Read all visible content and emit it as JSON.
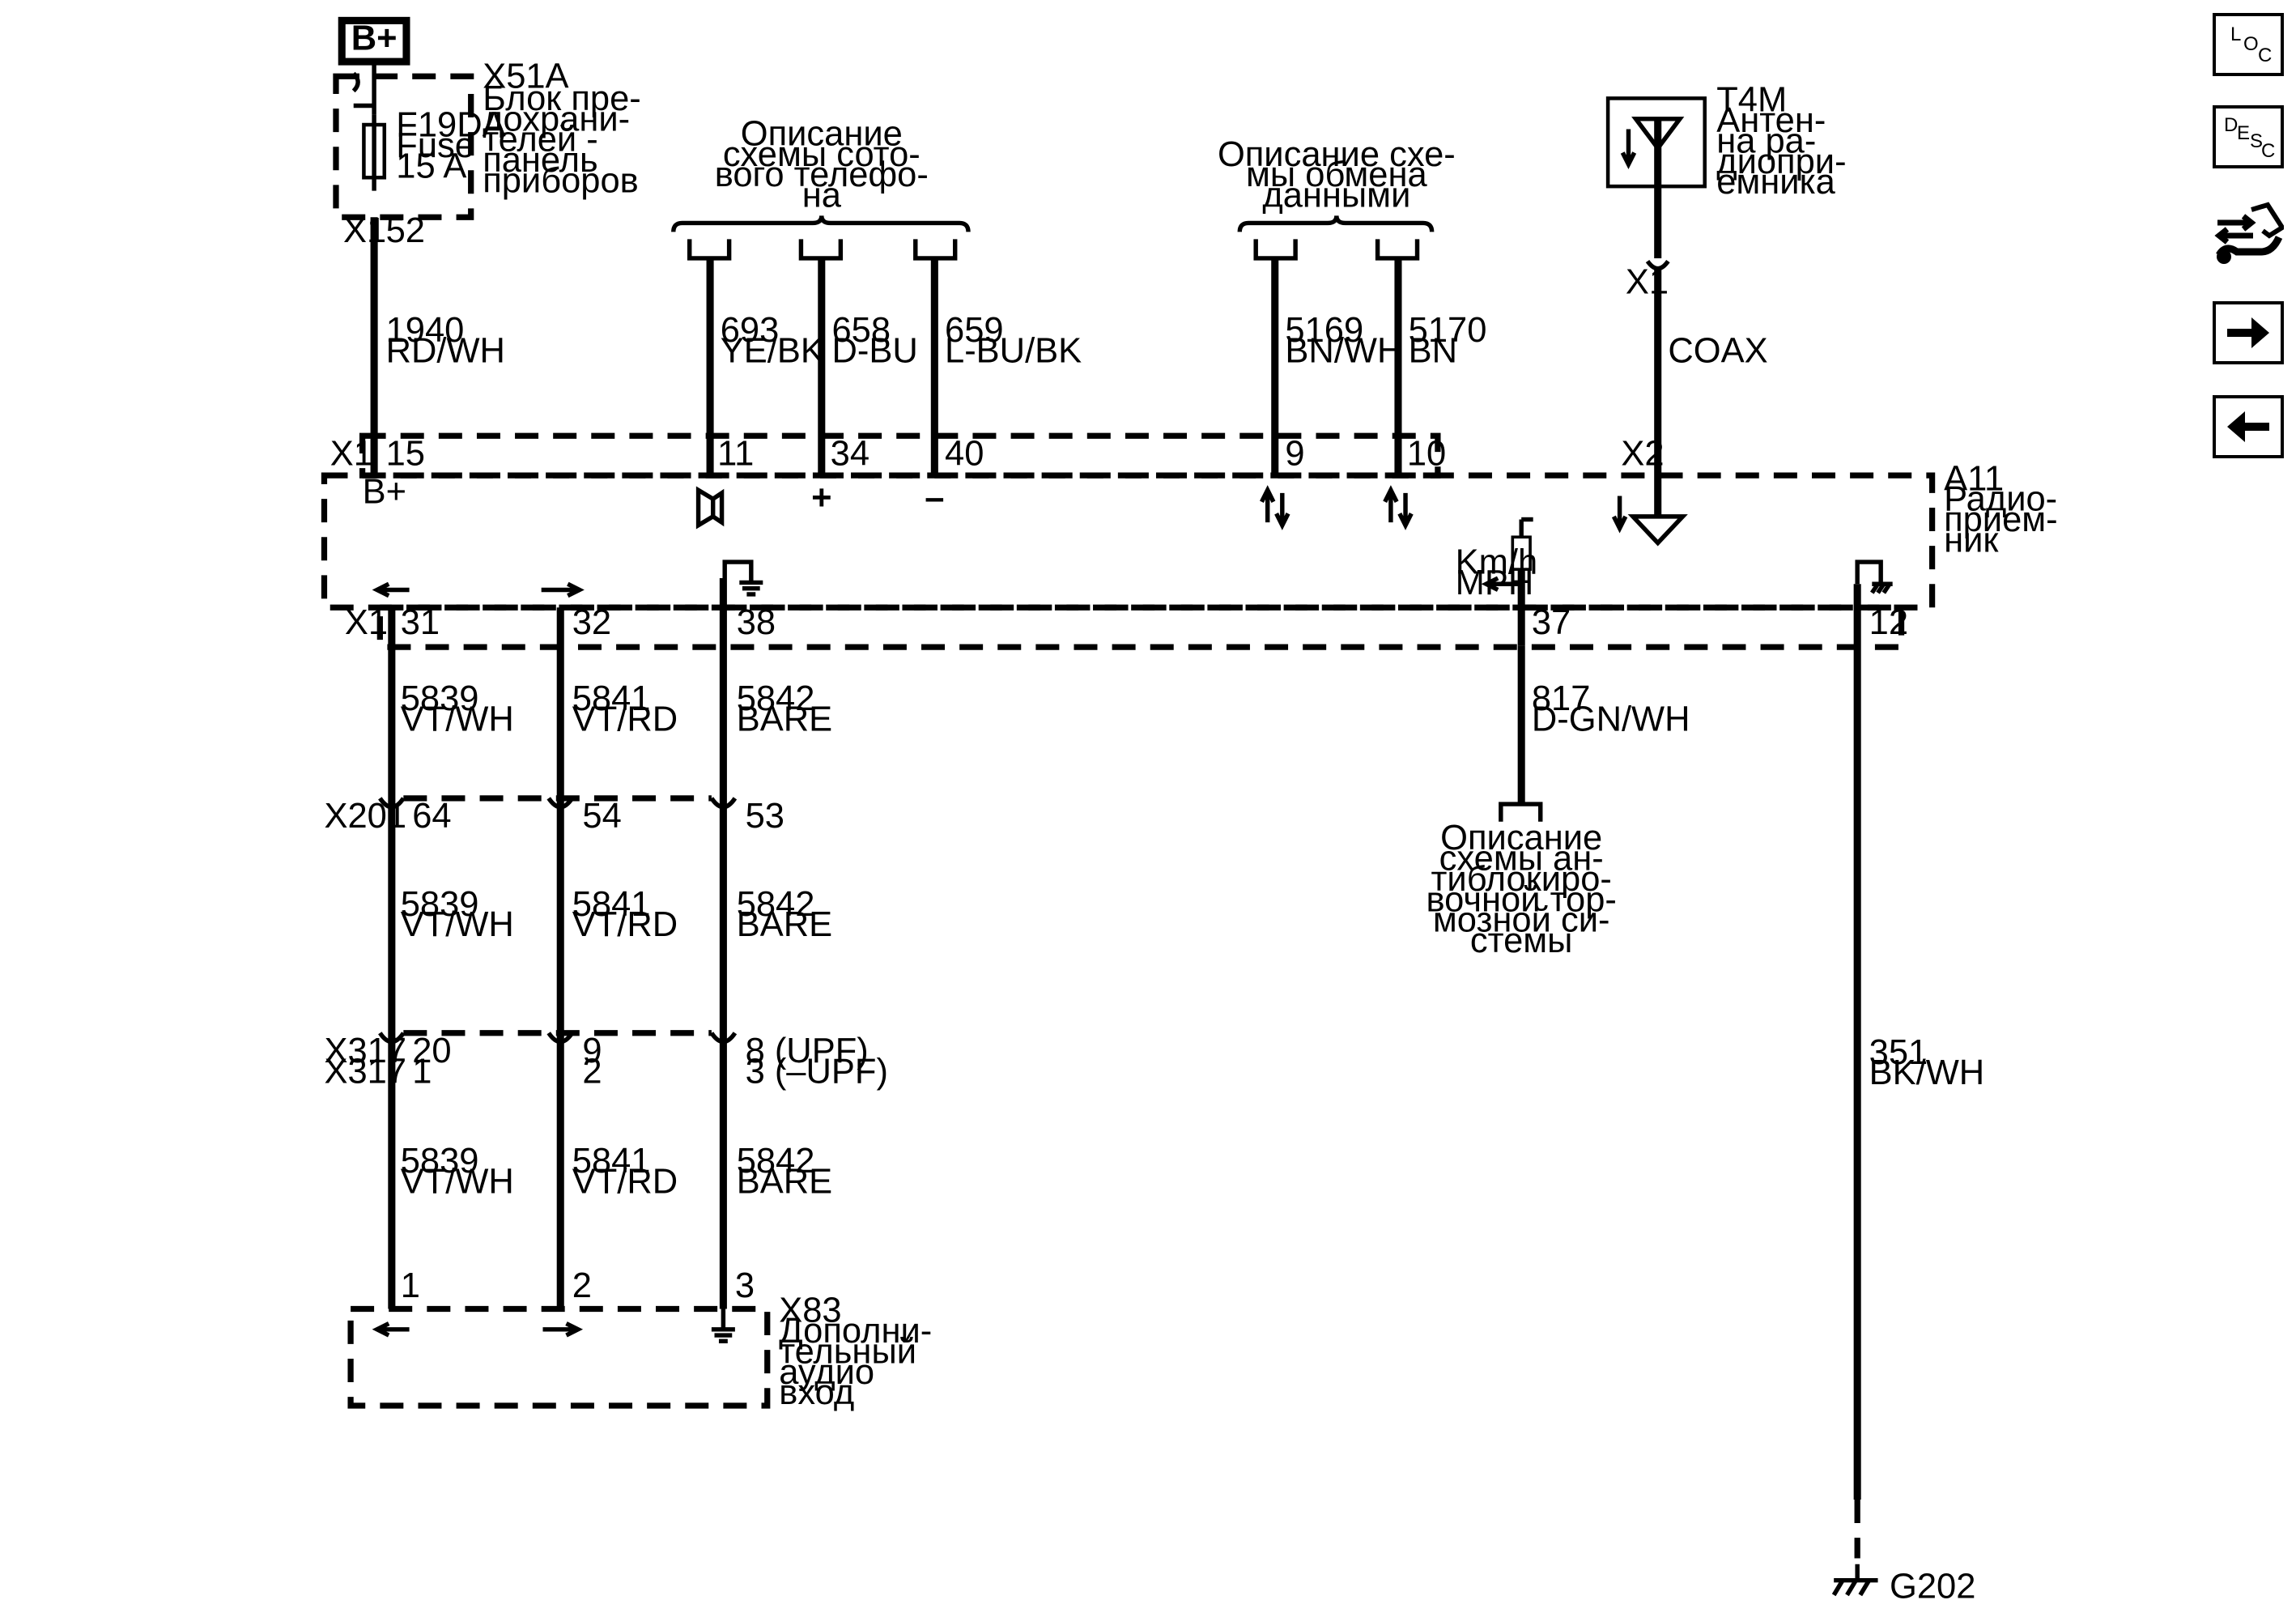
{
  "battery": {
    "label": "B+"
  },
  "fuse_block": {
    "ref": "X51A",
    "lines": [
      "Блок пре-",
      "дохрани-",
      "телей -",
      "панель",
      "приборов"
    ]
  },
  "fuse": {
    "lines": [
      "F19DA",
      "Fuse",
      "15 A"
    ]
  },
  "fuse_out": {
    "conn": "X1",
    "pin": "52"
  },
  "cell_phone_ref": {
    "lines": [
      "Описание",
      "схемы сото-",
      "вого телефо-",
      "на"
    ]
  },
  "data_comm_ref": {
    "lines": [
      "Описание схе-",
      "мы обмена",
      "данными"
    ]
  },
  "abs_ref": {
    "lines": [
      "Описание",
      "схемы ан-",
      "тиблокиро-",
      "вочной тор-",
      "мозной си-",
      "стемы"
    ]
  },
  "antenna": {
    "ref": "T4M",
    "lines": [
      "Антен-",
      "на ра-",
      "диопри-",
      "емника"
    ],
    "conn": "X1",
    "wire": "COAX"
  },
  "radio": {
    "ref": "A11",
    "lines": [
      "Радио-",
      "прием-",
      "ник"
    ],
    "conn_top": "X1",
    "conn_coax": "X2",
    "conn_bottom": "X1",
    "b_plus": "B+",
    "plus": "+",
    "minus": "–",
    "speed_lines": [
      "Km/h",
      "MPH"
    ]
  },
  "wires_top": [
    {
      "circuit": "1940",
      "color": "RD/WH",
      "pin": "15"
    },
    {
      "circuit": "693",
      "color": "YE/BK",
      "pin": "11"
    },
    {
      "circuit": "658",
      "color": "D-BU",
      "pin": "34"
    },
    {
      "circuit": "659",
      "color": "L-BU/BK",
      "pin": "40"
    },
    {
      "circuit": "5169",
      "color": "BN/WH",
      "pin": "9"
    },
    {
      "circuit": "5170",
      "color": "BN",
      "pin": "10"
    }
  ],
  "wires_bottom": [
    {
      "circuit": "5839",
      "color": "VT/WH",
      "pin": "31"
    },
    {
      "circuit": "5841",
      "color": "VT/RD",
      "pin": "32"
    },
    {
      "circuit": "5842",
      "color": "BARE",
      "pin": "38"
    },
    {
      "circuit": "817",
      "color": "D-GN/WH",
      "pin": "37"
    },
    {
      "circuit": "351",
      "color": "BK/WH",
      "pin": "12"
    }
  ],
  "x201": {
    "ref": "X201",
    "pins": [
      "64",
      "54",
      "53"
    ]
  },
  "x317": {
    "refs": [
      "X317",
      "X317"
    ],
    "pins_a": [
      "20",
      "9",
      "8 (UPF)"
    ],
    "pins_b": [
      "1",
      "2",
      "3 (–UPF)"
    ]
  },
  "aux": {
    "ref": "X83",
    "lines": [
      "Дополни-",
      "тельный",
      "аудио",
      "вход"
    ],
    "pins": [
      "1",
      "2",
      "3"
    ]
  },
  "ground": {
    "label": "G202"
  },
  "nav": {
    "loc_l": "L",
    "loc_o": "O",
    "loc_c": "C",
    "desc_d": "D",
    "desc_e": "E",
    "desc_s": "S",
    "desc_c": "C"
  }
}
